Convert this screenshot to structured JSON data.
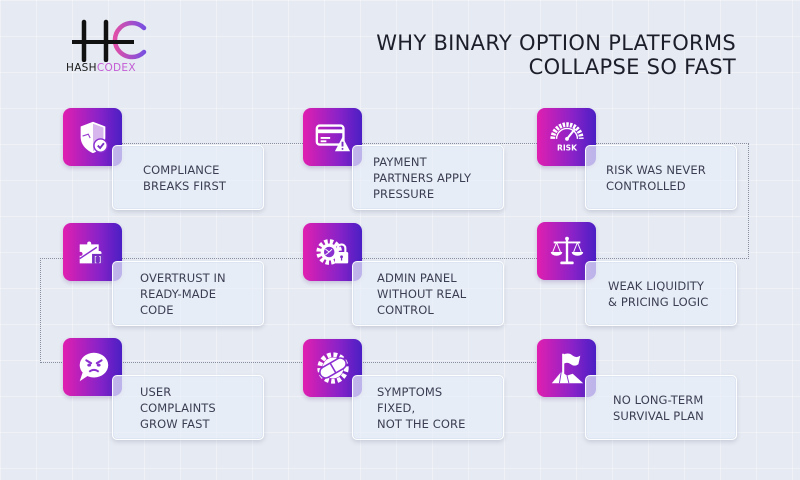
{
  "brand": {
    "logo_letters": "HC",
    "name_part1": "HASH",
    "name_part2": "CODEX",
    "accent_gradient": [
      "#e01fb0",
      "#4a1fc4"
    ]
  },
  "header": {
    "title_line1": "WHY BINARY OPTION PLATFORMS",
    "title_line2": "COLLAPSE SO FAST"
  },
  "steps": [
    {
      "icon": "shield-check-icon",
      "lines": [
        "COMPLIANCE",
        "BREAKS FIRST"
      ]
    },
    {
      "icon": "card-warning-icon",
      "lines": [
        "PAYMENT",
        "PARTNERS APPLY",
        "PRESSURE"
      ]
    },
    {
      "icon": "risk-gauge-icon",
      "icon_label": "RISK",
      "lines": [
        "RISK WAS NEVER",
        "CONTROLLED"
      ]
    },
    {
      "icon": "puzzle-code-icon",
      "lines": [
        "OVERTRUST IN",
        "READY-MADE",
        "CODE"
      ]
    },
    {
      "icon": "gear-lock-icon",
      "lines": [
        "ADMIN PANEL",
        "WITHOUT REAL",
        "CONTROL"
      ]
    },
    {
      "icon": "scales-icon",
      "lines": [
        "WEAK LIQUIDITY",
        "& PRICING LOGIC"
      ]
    },
    {
      "icon": "angry-chat-icon",
      "lines": [
        "USER",
        "COMPLAINTS",
        "GROW FAST"
      ]
    },
    {
      "icon": "gear-bandage-icon",
      "lines": [
        "SYMPTOMS",
        "FIXED,",
        "NOT THE CORE"
      ]
    },
    {
      "icon": "flag-mountain-icon",
      "lines": [
        "NO LONG-TERM",
        "SURVIVAL PLAN"
      ]
    }
  ]
}
